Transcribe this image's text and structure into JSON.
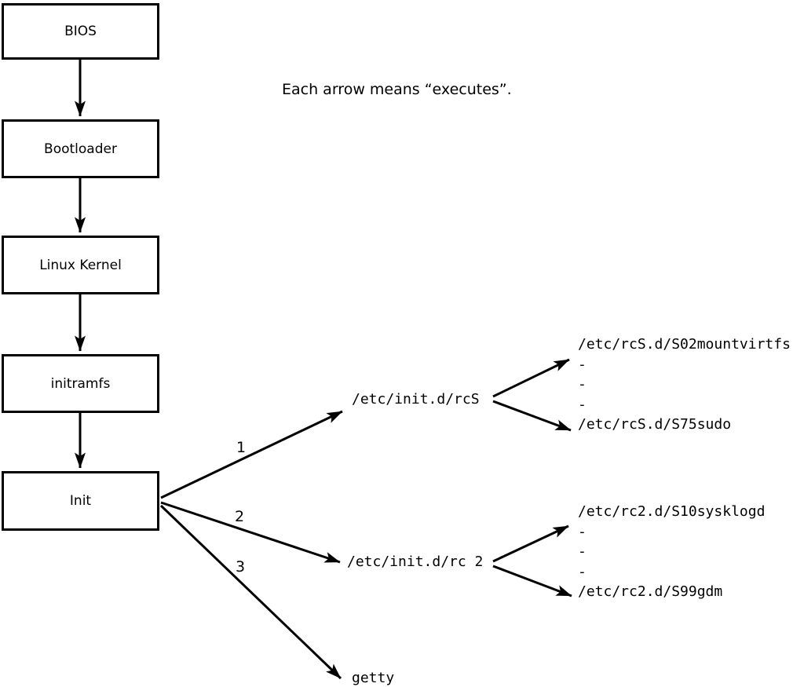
{
  "note": "Each arrow means “executes”.",
  "chain": [
    {
      "label": "BIOS"
    },
    {
      "label": "Bootloader"
    },
    {
      "label": "Linux Kernel"
    },
    {
      "label": "initramfs"
    },
    {
      "label": "Init"
    }
  ],
  "branches": [
    {
      "order": "1",
      "target": "/etc/init.d/rcS",
      "children": [
        "/etc/rcS.d/S02mountvirtfs",
        "-",
        "-",
        "-",
        "/etc/rcS.d/S75sudo"
      ]
    },
    {
      "order": "2",
      "target": "/etc/init.d/rc 2",
      "children": [
        "/etc/rc2.d/S10sysklogd",
        "-",
        "-",
        "-",
        "/etc/rc2.d/S99gdm"
      ]
    },
    {
      "order": "3",
      "target": "getty"
    }
  ],
  "colors": {
    "line": "#000000",
    "background": "#ffffff",
    "box_fill": "#ffffff"
  }
}
